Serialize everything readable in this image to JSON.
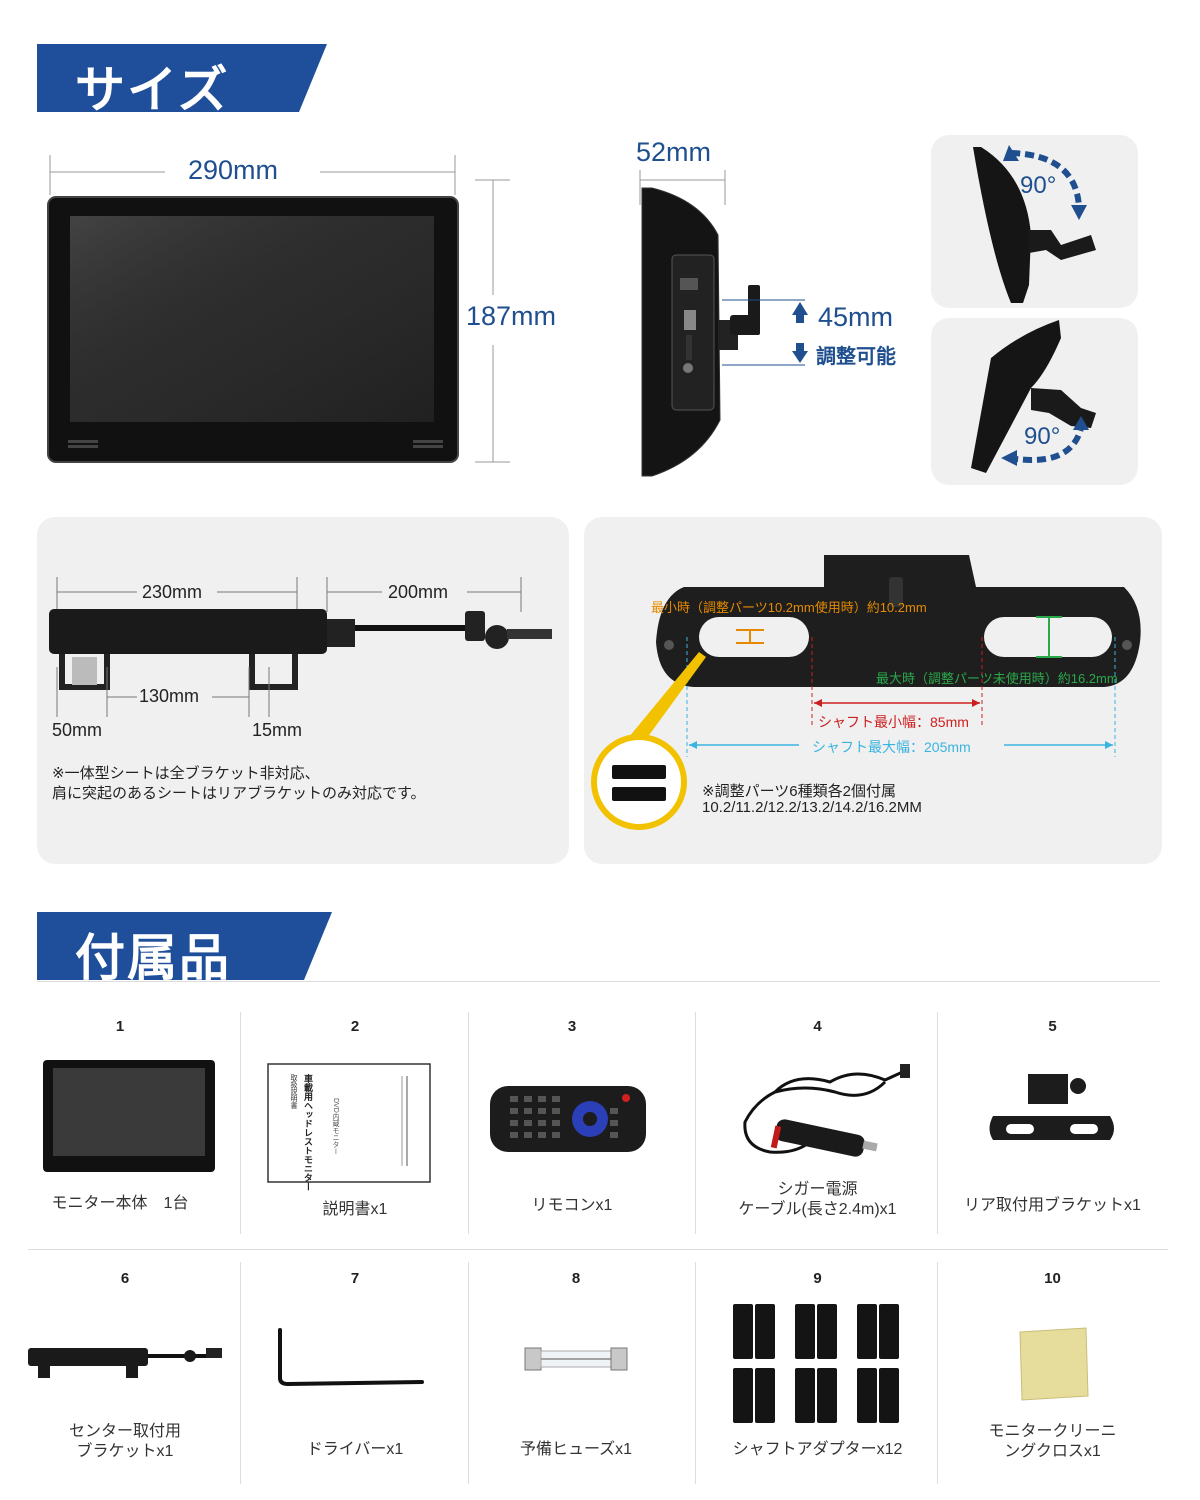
{
  "size_section": {
    "heading": "サイズ",
    "width": "290mm",
    "height": "187mm",
    "depth": "52mm",
    "adjust_value": "45mm",
    "adjust_label": "調整可能",
    "angle_top": "90°",
    "angle_bottom": "90°"
  },
  "bracket_panel": {
    "length_bar": "230mm",
    "length_arm": "200mm",
    "spacing": "130mm",
    "left_width": "50mm",
    "right_width": "15mm",
    "note_line1": "※一体型シートは全ブラケット非対応、",
    "note_line2": "肩に突起のあるシートはリアブラケットのみ対応です。"
  },
  "shaft_panel": {
    "min_label": "最小時（調整パーツ10.2mm使用時）約10.2mm",
    "max_label": "最大時（調整パーツ未使用時）約16.2mm",
    "shaft_min": "シャフト最小幅：85mm",
    "shaft_max": "シャフト最大幅：205mm",
    "parts_note": "※調整パーツ6種類各2個付属",
    "parts_sizes": "10.2/11.2/12.2/13.2/14.2/16.2MM"
  },
  "accessories_section": {
    "heading": "付属品",
    "items": [
      {
        "num": "1",
        "caption": "モニター本体　1台"
      },
      {
        "num": "2",
        "caption": "説明書x1"
      },
      {
        "num": "3",
        "caption": "リモコンx1"
      },
      {
        "num": "4",
        "caption": "シガー電源\nケーブル(長さ2.4m)x1"
      },
      {
        "num": "5",
        "caption": "リア取付用ブラケットx1"
      },
      {
        "num": "6",
        "caption": "センター取付用\nブラケットx1"
      },
      {
        "num": "7",
        "caption": "ドライバーx1"
      },
      {
        "num": "8",
        "caption": "予備ヒューズx1"
      },
      {
        "num": "9",
        "caption": "シャフトアダプターx12"
      },
      {
        "num": "10",
        "caption": "モニタークリーニ\nングクロスx1"
      }
    ]
  },
  "manual_text": {
    "title": "車載用ヘッドレストモニター",
    "sub": "DVD内蔵モニター",
    "top": "取扱説明書"
  },
  "colors": {
    "banner_blue": "#1f4f9a",
    "dim_blue": "#1f4f8f",
    "orange": "#e58a00",
    "green": "#2ba84a",
    "red": "#cc1f1f",
    "cyan": "#3ab4e0",
    "yellow": "#f2c200"
  }
}
